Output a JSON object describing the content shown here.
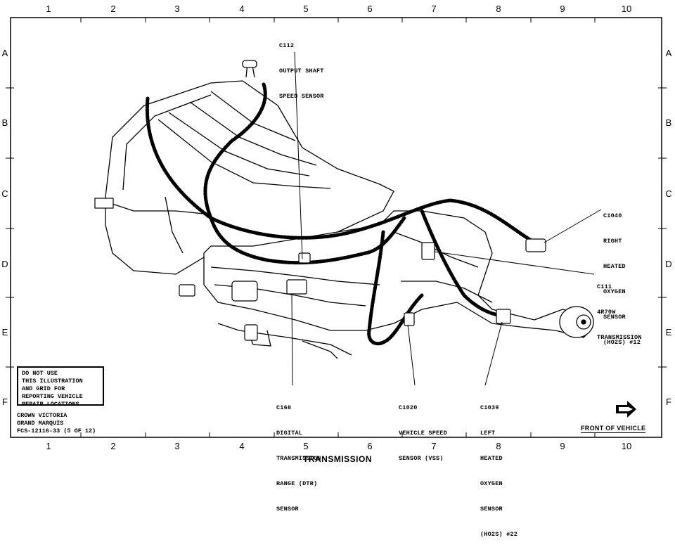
{
  "grid": {
    "columns": [
      "1",
      "2",
      "3",
      "4",
      "5",
      "6",
      "7",
      "8",
      "9",
      "10"
    ],
    "rows": [
      "A",
      "B",
      "C",
      "D",
      "E",
      "F"
    ]
  },
  "callouts": {
    "c112": [
      "C112",
      "OUTPUT SHAFT",
      "SPEED SENSOR"
    ],
    "c1040": [
      "C1040",
      "RIGHT",
      "HEATED",
      "OXYGEN",
      "SENSOR",
      "(HO2S) #12"
    ],
    "c111": [
      "C111",
      "4R70W",
      "TRANSMISSION"
    ],
    "c168": [
      "C168",
      "DIGITAL",
      "TRANSMISSION",
      "RANGE (DTR)",
      "SENSOR"
    ],
    "c1020": [
      "C1020",
      "VEHICLE SPEED",
      "SENSOR (VSS)"
    ],
    "c1039": [
      "C1039",
      "LEFT",
      "HEATED",
      "OXYGEN",
      "SENSOR",
      "(HO2S) #22"
    ]
  },
  "warning_box": [
    "DO NOT USE",
    "THIS ILLUSTRATION",
    "AND GRID FOR",
    "REPORTING VEHICLE",
    "REPAIR LOCATIONS"
  ],
  "vehicle_ref": [
    "CROWN VICTORIA",
    "GRAND MARQUIS",
    "FCS-12116-33 (5 OF 12)"
  ],
  "front_of_vehicle": "FRONT OF VEHICLE",
  "title": "TRANSMISSION"
}
